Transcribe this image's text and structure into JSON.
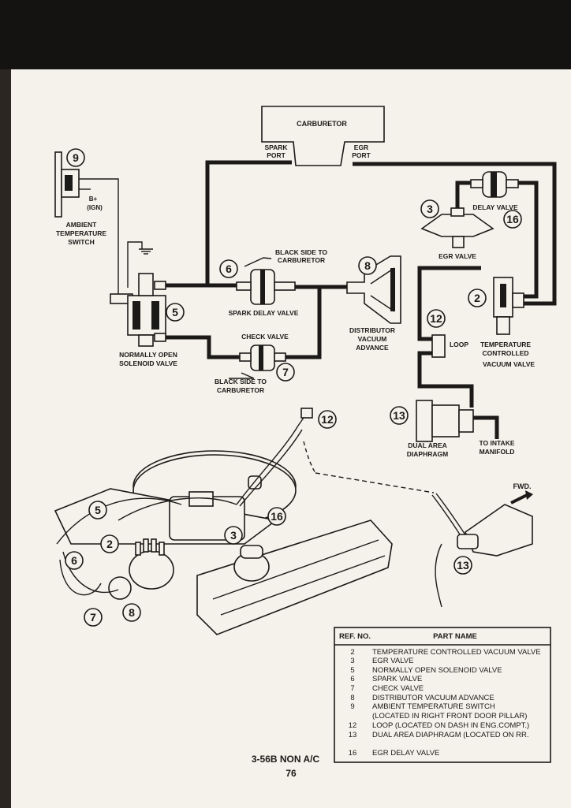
{
  "labels": {
    "carburetor": "CARBURETOR",
    "spark_port_1": "SPARK",
    "spark_port_2": "PORT",
    "egr_port_1": "EGR",
    "egr_port_2": "PORT",
    "b_plus": "B+",
    "ign": "(IGN)",
    "ambient_1": "AMBIENT",
    "ambient_2": "TEMPERATURE",
    "ambient_3": "SWITCH",
    "black_side_top_1": "BLACK SIDE TO",
    "black_side_top_2": "CARBURETOR",
    "spark_delay_valve": "SPARK DELAY VALVE",
    "check_valve": "CHECK VALVE",
    "normally_open_1": "NORMALLY OPEN",
    "normally_open_2": "SOLENOID VALVE",
    "black_side_bottom_1": "BLACK SIDE TO",
    "black_side_bottom_2": "CARBURETOR",
    "distributor_1": "DISTRIBUTOR",
    "distributor_2": "VACUUM",
    "distributor_3": "ADVANCE",
    "delay_valve": "DELAY VALVE",
    "egr_valve": "EGR VALVE",
    "loop": "LOOP",
    "tcv_1": "TEMPERATURE",
    "tcv_2": "CONTROLLED",
    "tcv_3": "VACUUM VALVE",
    "dual_area_1": "DUAL AREA",
    "dual_area_2": "DIAPHRAGM",
    "intake_1": "TO INTAKE",
    "intake_2": "MANIFOLD",
    "fwd": "FWD."
  },
  "callouts": {
    "n9": "9",
    "n6": "6",
    "n8": "8",
    "n5": "5",
    "n7": "7",
    "n3": "3",
    "n16": "16",
    "n2": "2",
    "n12": "12",
    "n13": "13",
    "e12": "12",
    "e5": "5",
    "e16": "16",
    "e2": "2",
    "e3": "3",
    "e6": "6",
    "e7": "7",
    "e8": "8",
    "e13": "13"
  },
  "table": {
    "header_ref": "REF. NO.",
    "header_name": "PART NAME",
    "rows": [
      {
        "ref": "2",
        "name": "TEMPERATURE CONTROLLED VACUUM VALVE"
      },
      {
        "ref": "3",
        "name": "EGR VALVE"
      },
      {
        "ref": "5",
        "name": "NORMALLY OPEN SOLENOID VALVE"
      },
      {
        "ref": "6",
        "name": "SPARK VALVE"
      },
      {
        "ref": "7",
        "name": "CHECK VALVE"
      },
      {
        "ref": "8",
        "name": "DISTRIBUTOR VACUUM ADVANCE"
      },
      {
        "ref": "9",
        "name": "AMBIENT TEMPERATURE SWITCH"
      },
      {
        "ref": "",
        "name": "(LOCATED IN RIGHT FRONT DOOR PILLAR)"
      },
      {
        "ref": "12",
        "name": "LOOP (LOCATED ON DASH IN ENG.COMPT.)"
      },
      {
        "ref": "13",
        "name": "DUAL AREA DIAPHRAGM (LOCATED ON RR."
      },
      {
        "ref": "16",
        "name": "EGR DELAY VALVE"
      }
    ]
  },
  "footer": {
    "code": "3-56B NON A/C",
    "page": "76"
  }
}
